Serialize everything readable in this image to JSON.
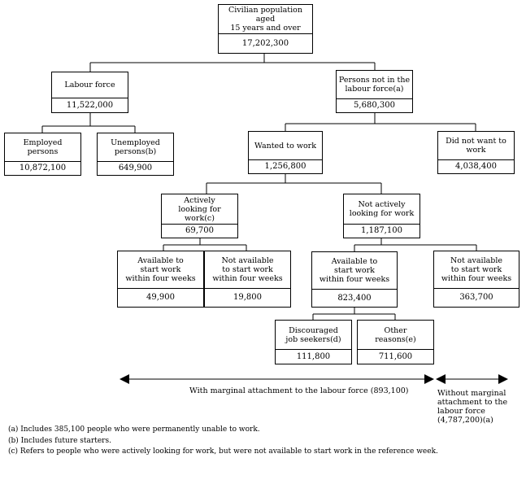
{
  "boxes": {
    "civ": {
      "label": "Civilian population aged\n15 years and over",
      "value": "17,202,300"
    },
    "lf": {
      "label": "Labour force",
      "value": "11,522,000"
    },
    "nilf": {
      "label": "Persons not in the\nlabour force(a)",
      "value": "5,680,300"
    },
    "emp": {
      "label": "Employed\npersons",
      "value": "10,872,100"
    },
    "unemp": {
      "label": "Unemployed\npersons(b)",
      "value": "649,900"
    },
    "wanted": {
      "label": "Wanted to work",
      "value": "1,256,800"
    },
    "notwant": {
      "label": "Did not want to\nwork",
      "value": "4,038,400"
    },
    "active": {
      "label": "Actively\nlooking for work(c)",
      "value": "69,700"
    },
    "notactive": {
      "label": "Not actively\nlooking for work",
      "value": "1,187,100"
    },
    "a_avail": {
      "label": "Available to\nstart work\nwithin four weeks",
      "value": "49,900"
    },
    "a_notav": {
      "label": "Not available\nto start work\nwithin four weeks",
      "value": "19,800"
    },
    "n_avail": {
      "label": "Available to\nstart work\nwithin four weeks",
      "value": "823,400"
    },
    "n_notav": {
      "label": "Not available\nto start work\nwithin four weeks",
      "value": "363,700"
    },
    "disc": {
      "label": "Discouraged\njob seekers(d)",
      "value": "111,800"
    },
    "other": {
      "label": "Other\nreasons(e)",
      "value": "711,600"
    }
  },
  "marginal_label": "With marginal attachment to the labour force (893,100)",
  "without_label": "Without marginal\nattachment to the\nlabour force\n(4,787,200)(a)",
  "footnotes": {
    "a": "(a) Includes 385,100 people who were permanently unable to work.",
    "b": "(b) Includes future starters.",
    "c": "(c) Refers to people who were actively looking for work, but were not available to start work in the reference week."
  }
}
